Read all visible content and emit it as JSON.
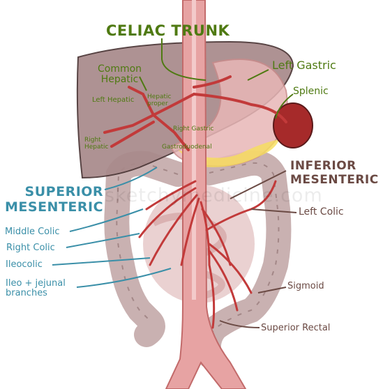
{
  "diagram": {
    "watermark": "sketchymedicine.com",
    "colors": {
      "green_label": "#4f7a12",
      "teal_label": "#3a8fa8",
      "brown_label": "#6b4a44",
      "artery": "#c23a3a",
      "liver": "#a8898a",
      "aorta": "#e7a3a3",
      "colon": "#bfa3a3"
    },
    "celiac": {
      "title": "CELIAC TRUNK",
      "common_hepatic": "Common\nHepatic",
      "left_gastric": "Left Gastric",
      "splenic": "Splenic",
      "left_hepatic": "Left Hepatic",
      "hepatic_proper": "Hepatic\nproper",
      "right_gastric": "Right Gastric",
      "right_hepatic": "Right\nHepatic",
      "gastroduodenal": "Gastroduodenal"
    },
    "sma": {
      "title": "SUPERIOR\nMESENTERIC",
      "middle_colic": "Middle Colic",
      "right_colic": "Right Colic",
      "ileocolic": "Ileocolic",
      "ileo_jejunal": "Ileo + jejunal\nbranches"
    },
    "ima": {
      "title": "INFERIOR\nMESENTERIC",
      "left_colic": "Left Colic",
      "sigmoid": "Sigmoid",
      "superior_rectal": "Superior Rectal"
    }
  }
}
